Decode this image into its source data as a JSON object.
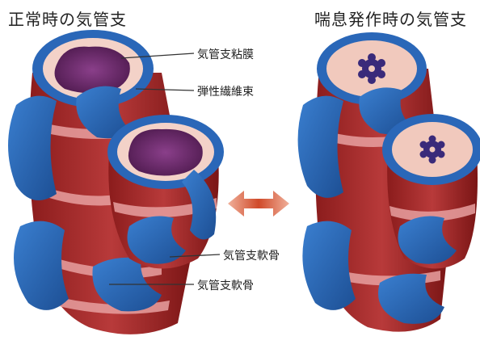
{
  "titles": {
    "normal": "正常時の気管支",
    "asthma": "喘息発作時の気管支"
  },
  "labels": {
    "mucosa": "気管支粘膜",
    "elastic_fiber": "弾性繊維束",
    "cartilage_1": "気管支軟骨",
    "cartilage_2": "気管支軟骨"
  },
  "colors": {
    "muscle": "#a52a2a",
    "muscle_dark": "#7d1a1a",
    "muscle_light": "#e8a0a0",
    "cartilage": "#2a67b8",
    "cartilage_dark": "#1a4780",
    "lumen": "#6a2a6a",
    "arrow": "#e06a4a"
  }
}
